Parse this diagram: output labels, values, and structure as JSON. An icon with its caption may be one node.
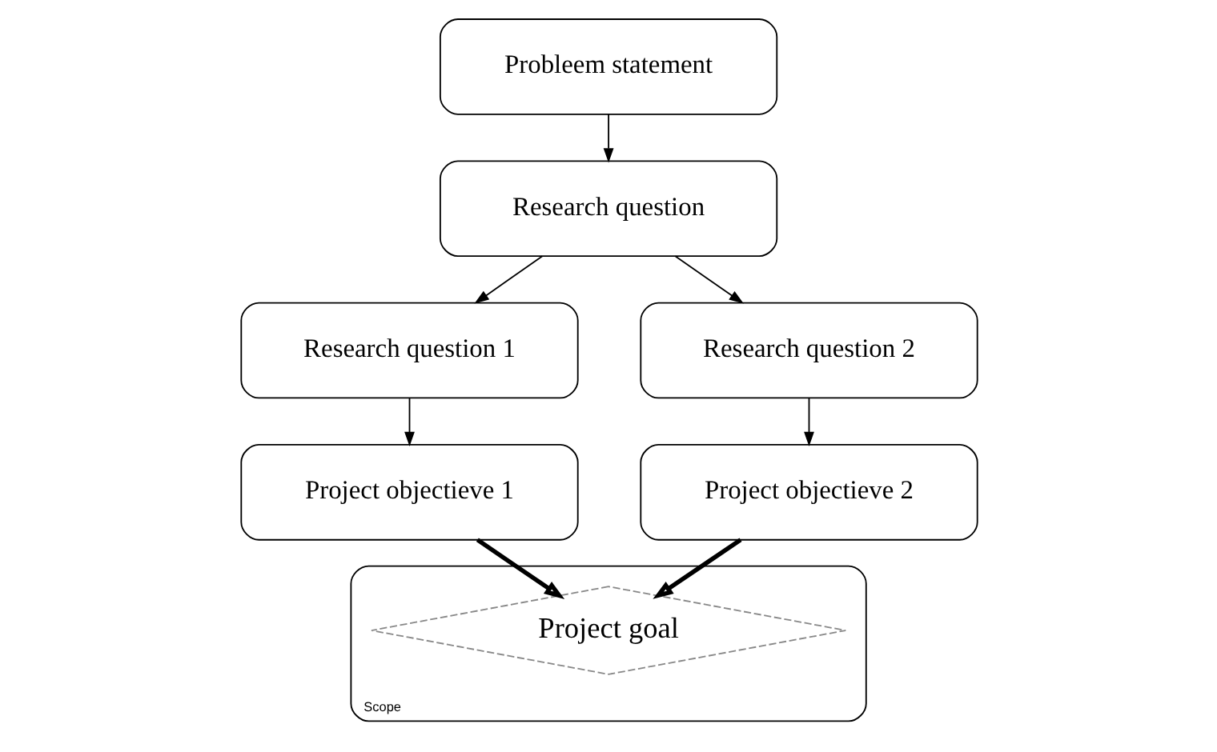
{
  "diagram": {
    "nodes": [
      {
        "text": [
          "Probleem statement"
        ]
      },
      {
        "text": [
          "Research question"
        ]
      },
      {
        "text": [
          "Research question 1"
        ]
      },
      {
        "text": [
          "Research question 2"
        ]
      },
      {
        "text": [
          "Project objectieve 1"
        ]
      },
      {
        "text": [
          "Project objectieve 2"
        ]
      },
      {
        "text": [
          "Scope"
        ]
      },
      {
        "text": [
          "Project goal"
        ],
        "in": 6
      }
    ],
    "edges": [
      {
        "from": 0,
        "to": 1,
        "arrow": "to"
      },
      {
        "from": 1,
        "to": 2,
        "arrow": "to"
      },
      {
        "from": 1,
        "to": 3,
        "arrow": "to"
      },
      {
        "from": 2,
        "to": 4,
        "arrow": "to"
      },
      {
        "from": 3,
        "to": 5,
        "arrow": "to"
      },
      {
        "from": 4,
        "to": 7,
        "arrow": "to",
        "style": "thick"
      },
      {
        "from": 5,
        "to": 7,
        "arrow": "to",
        "style": "thick"
      }
    ]
  }
}
